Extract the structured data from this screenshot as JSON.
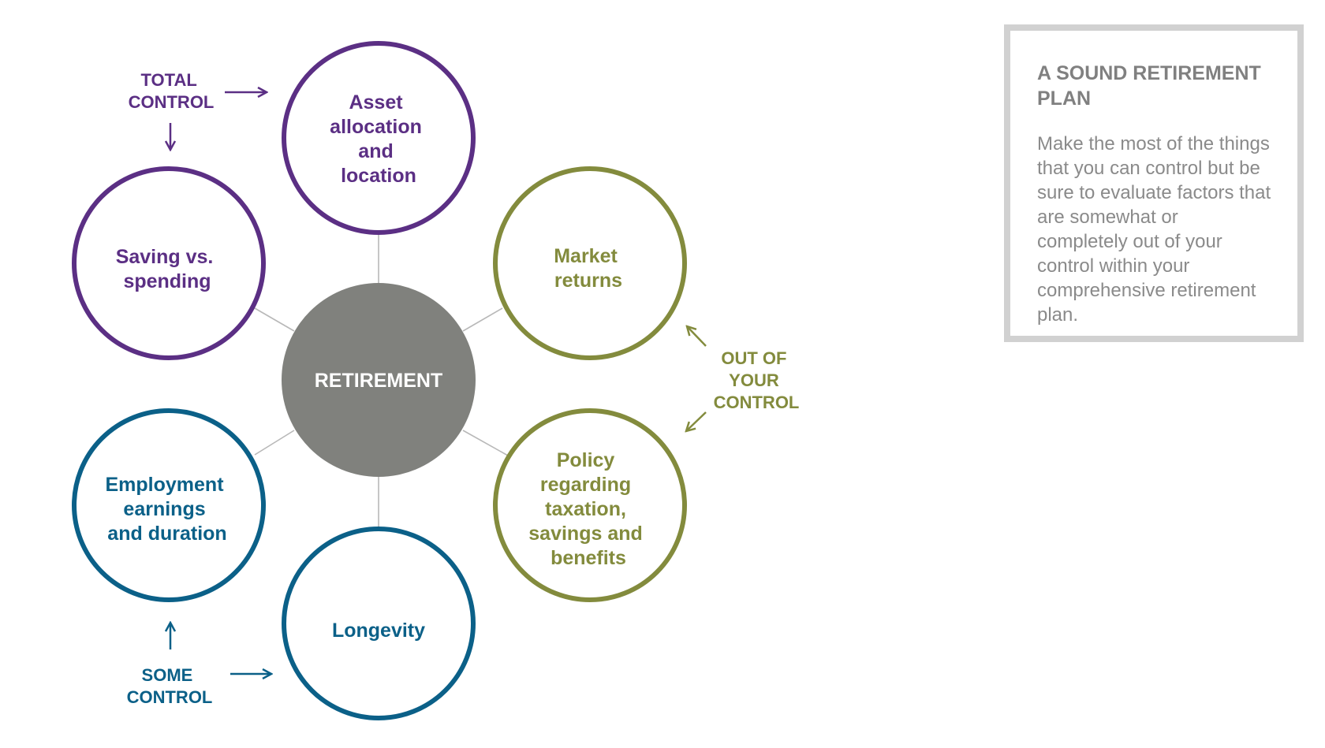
{
  "colors": {
    "purple": "#5b2f84",
    "olive": "#838b3d",
    "teal": "#0b6088",
    "center_fill": "#80817d",
    "connector": "#b8b8b8",
    "box_border": "#d1d1d1",
    "box_text": "#808080"
  },
  "diagram": {
    "center": {
      "label": "RETIREMENT"
    },
    "nodes": [
      {
        "id": "asset-allocation",
        "group": "total_control",
        "lines": [
          "Asset",
          "allocation",
          "and",
          "location"
        ]
      },
      {
        "id": "saving-vs-spending",
        "group": "total_control",
        "lines": [
          "Saving vs.",
          "spending"
        ]
      },
      {
        "id": "market-returns",
        "group": "out_of_control",
        "lines": [
          "Market",
          "returns"
        ]
      },
      {
        "id": "policy",
        "group": "out_of_control",
        "lines": [
          "Policy",
          "regarding",
          "taxation,",
          "savings and",
          "benefits"
        ]
      },
      {
        "id": "employment",
        "group": "some_control",
        "lines": [
          "Employment",
          "earnings",
          "and duration"
        ]
      },
      {
        "id": "longevity",
        "group": "some_control",
        "lines": [
          "Longevity"
        ]
      }
    ],
    "groups": {
      "total_control": {
        "lines": [
          "TOTAL",
          "CONTROL"
        ]
      },
      "some_control": {
        "lines": [
          "SOME",
          "CONTROL"
        ]
      },
      "out_of_control": {
        "lines": [
          "OUT OF",
          "YOUR",
          "CONTROL"
        ]
      }
    }
  },
  "info_box": {
    "title": "A SOUND RETIREMENT PLAN",
    "body": "Make the most of the things that you can control but be sure to evaluate factors that are somewhat or completely out of your control within your comprehensive retirement plan."
  }
}
